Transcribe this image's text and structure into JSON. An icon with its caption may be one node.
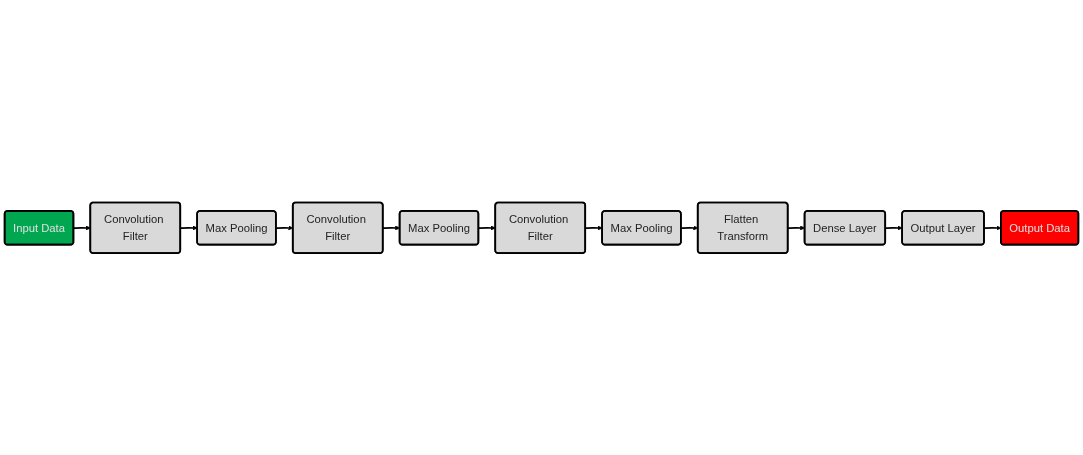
{
  "diagram": {
    "nodes": [
      {
        "text": [
          "Input Data"
        ]
      },
      {
        "text": [
          "Convolution Filter"
        ]
      },
      {
        "text": [
          "Max Pooling"
        ]
      },
      {
        "text": [
          "Convolution Filter"
        ]
      },
      {
        "text": [
          "Max Pooling"
        ]
      },
      {
        "text": [
          "Convolution Filter"
        ]
      },
      {
        "text": [
          "Max Pooling"
        ]
      },
      {
        "text": [
          "Flatten Transform"
        ]
      },
      {
        "text": [
          "Dense Layer"
        ]
      },
      {
        "text": [
          "Output Layer"
        ]
      },
      {
        "text": [
          "Output Data"
        ]
      }
    ],
    "edges": [
      {
        "from": 0,
        "to": 1,
        "arrow": "to"
      },
      {
        "from": 1,
        "to": 2,
        "arrow": "to"
      },
      {
        "from": 2,
        "to": 3,
        "arrow": "to"
      },
      {
        "from": 3,
        "to": 4,
        "arrow": "to"
      },
      {
        "from": 4,
        "to": 5,
        "arrow": "to"
      },
      {
        "from": 5,
        "to": 6,
        "arrow": "to"
      },
      {
        "from": 6,
        "to": 7,
        "arrow": "to"
      },
      {
        "from": 7,
        "to": 8,
        "arrow": "to"
      },
      {
        "from": 8,
        "to": 9,
        "arrow": "to"
      },
      {
        "from": 9,
        "to": 10,
        "arrow": "to"
      }
    ]
  }
}
